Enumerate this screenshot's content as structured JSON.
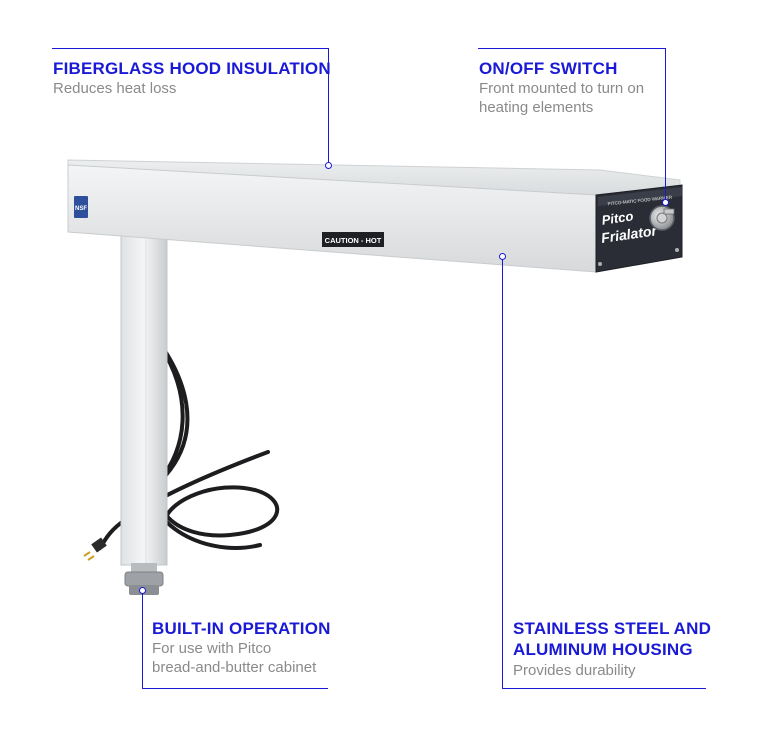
{
  "callouts": {
    "hood": {
      "title": "FIBERGLASS HOOD INSULATION",
      "desc": "Reduces heat loss"
    },
    "switch": {
      "title": "ON/OFF SWITCH",
      "desc_line1": "Front mounted to turn on",
      "desc_line2": "heating elements"
    },
    "operation": {
      "title": "BUILT-IN OPERATION",
      "desc_line1": "For use with Pitco",
      "desc_line2": "bread-and-butter cabinet"
    },
    "housing": {
      "title_line1": "STAINLESS STEEL AND",
      "title_line2": "ALUMINUM HOUSING",
      "desc": "Provides durability"
    }
  },
  "product": {
    "caution_label": "CAUTION - HOT",
    "brand_line1": "Pitco",
    "brand_line2": "Frialator",
    "model_strip": "PITCO-MATIC FOOD WARMER",
    "badge": "NSF"
  },
  "colors": {
    "accent": "#1a1ad6",
    "desc_text": "#8a8a8a",
    "panel": "#2a2d36"
  }
}
